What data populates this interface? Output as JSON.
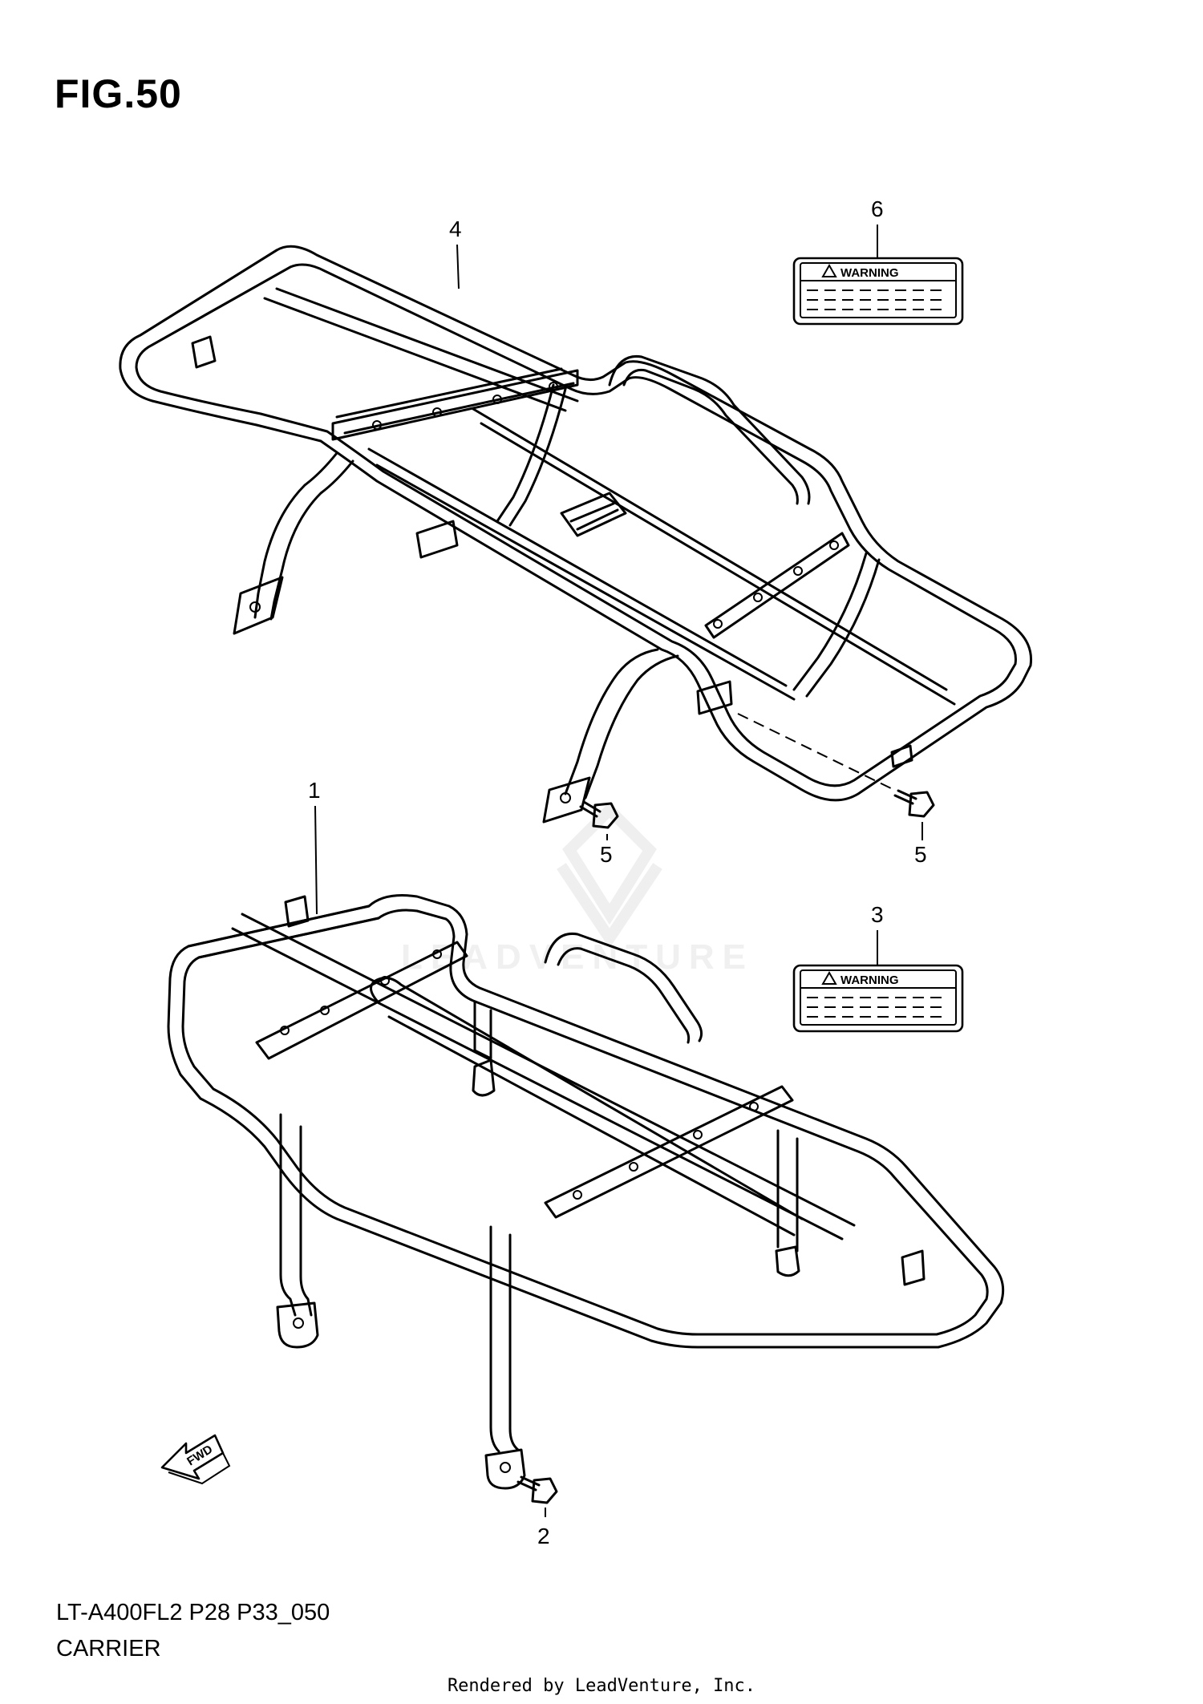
{
  "figure": {
    "title": "FIG.50",
    "model_code": "LT-A400FL2 P28 P33_050",
    "section_name": "CARRIER",
    "credit": "Rendered by LeadVenture, Inc.",
    "watermark": "LEADVENTURE"
  },
  "callouts": [
    {
      "id": "4",
      "label": "4"
    },
    {
      "id": "6",
      "label": "6"
    },
    {
      "id": "5a",
      "label": "5"
    },
    {
      "id": "5b",
      "label": "5"
    },
    {
      "id": "1",
      "label": "1"
    },
    {
      "id": "3",
      "label": "3"
    },
    {
      "id": "2",
      "label": "2"
    }
  ],
  "warning_labels": [
    {
      "id": "label-6",
      "text": "WARNING"
    },
    {
      "id": "label-3",
      "text": "WARNING"
    }
  ],
  "direction_arrow": {
    "text": "FWD"
  },
  "colors": {
    "line": "#000000",
    "background": "#ffffff"
  }
}
